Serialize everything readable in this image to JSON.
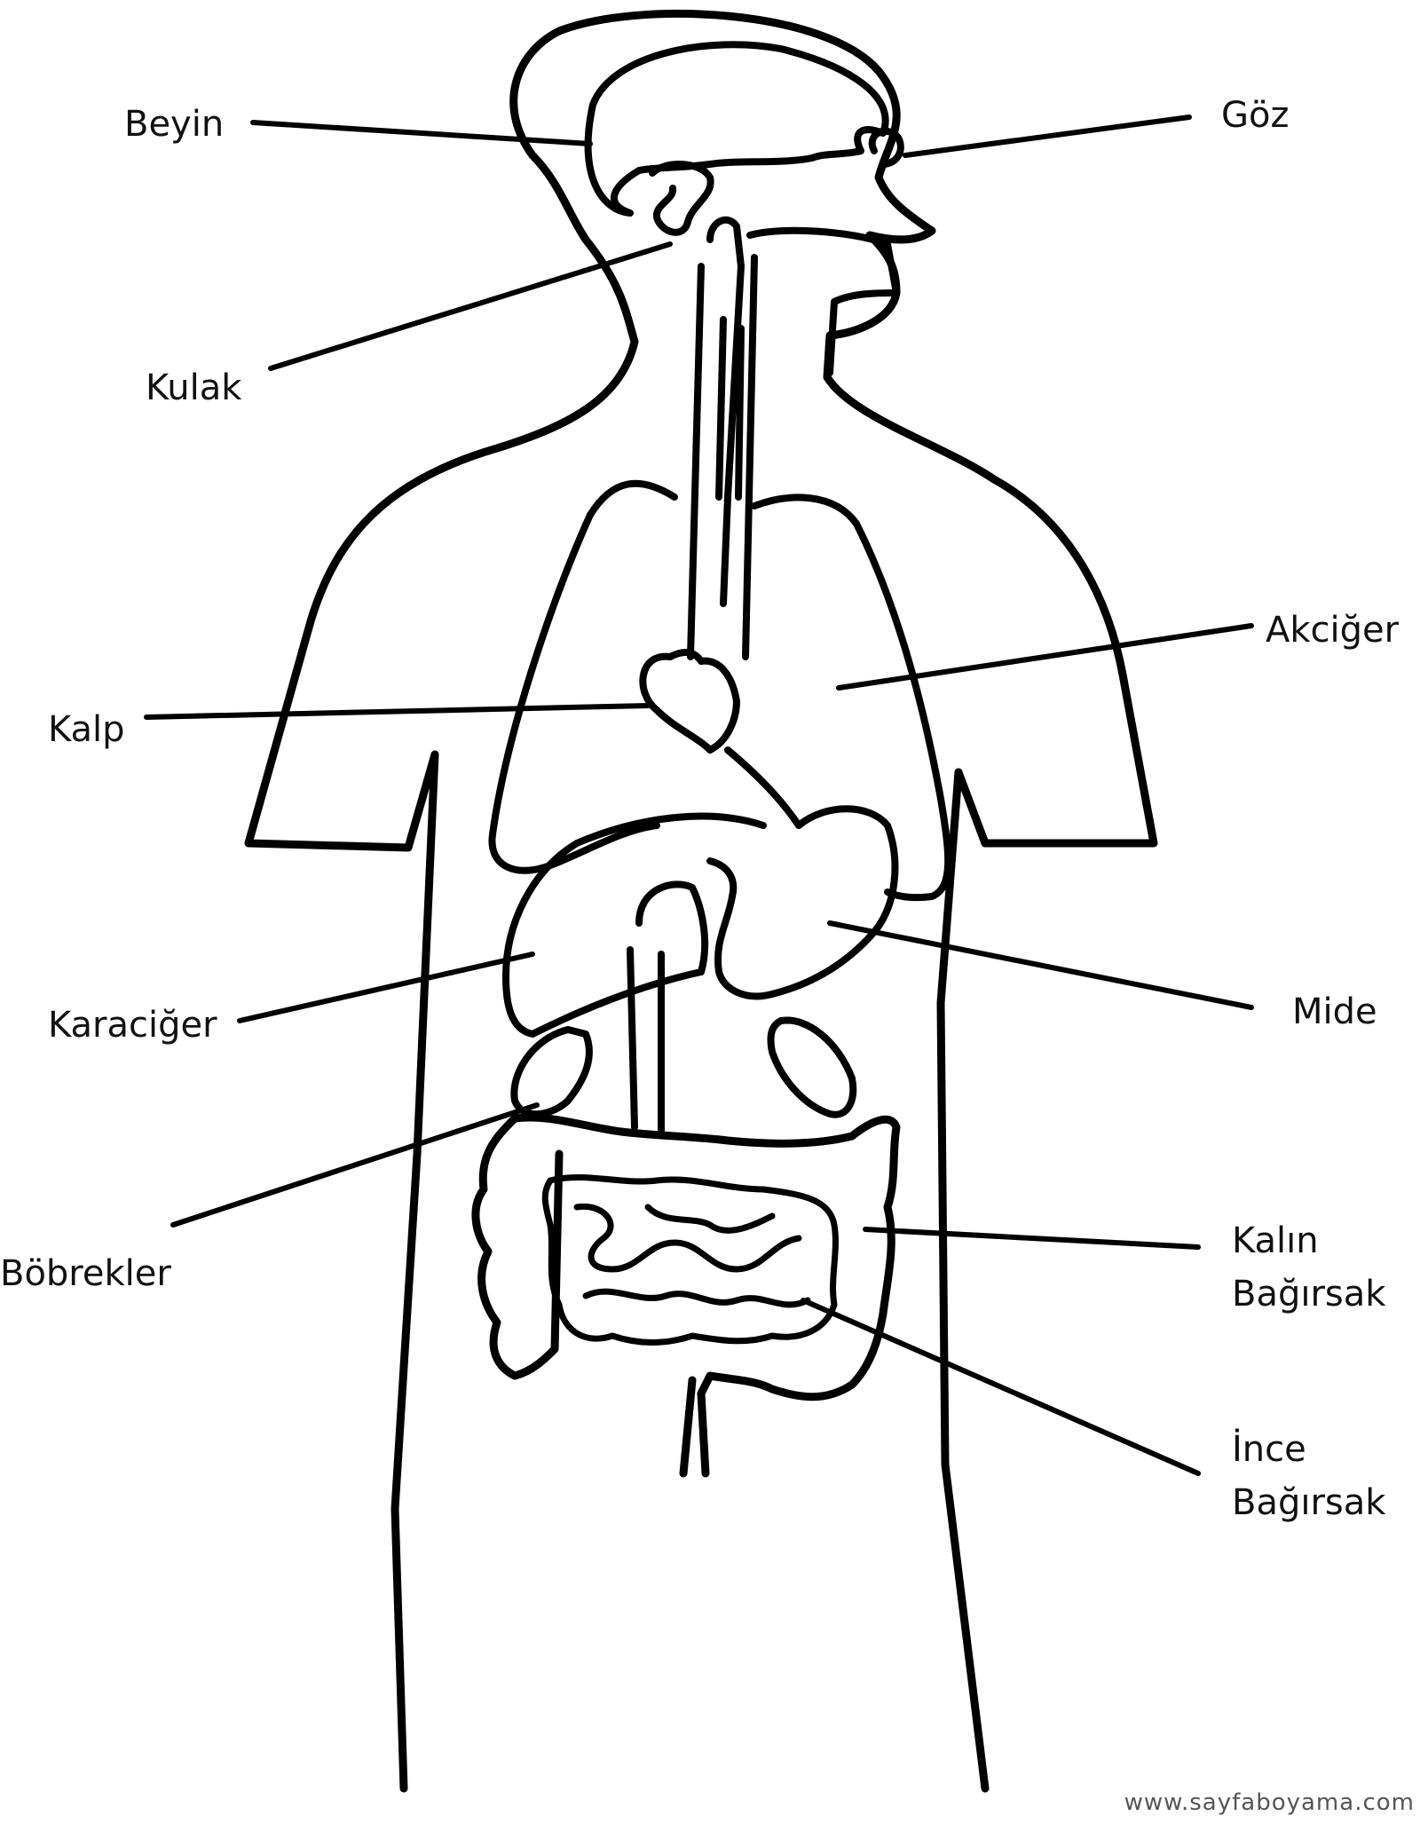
{
  "labels": {
    "beyin": "Beyin",
    "goz": "Göz",
    "kulak": "Kulak",
    "akciger": "Akciğer",
    "kalp": "Kalp",
    "karaciger": "Karaciğer",
    "mide": "Mide",
    "bobrekler": "Böbrekler",
    "kalin_line1": "Kalın",
    "kalin_line2": "Bağırsak",
    "ince_line1": "İnce",
    "ince_line2": "Bağırsak"
  },
  "credit": "www.sayfaboyama.com",
  "colors": {
    "ink": "#000000",
    "background": "#ffffff"
  }
}
